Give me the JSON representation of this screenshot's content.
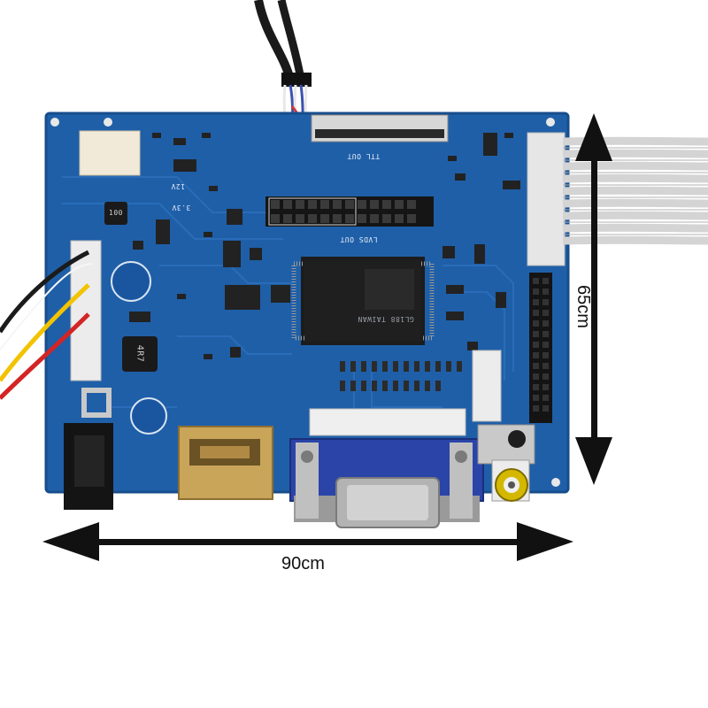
{
  "dimensions": {
    "width_label": "90cm",
    "height_label": "65cm"
  },
  "board": {
    "silkscreen": {
      "ttl_out": "TTL OUT",
      "lvds_out": "LVDS OUT",
      "chip_marking": "GL188 TAIWAN",
      "inductor_top": "100",
      "inductor_mid": "4R7",
      "voltage_12v": "12V",
      "voltage_33v": "3.3V"
    },
    "colors": {
      "pcb": "#1f5fa8",
      "pcb_dark": "#184f8f",
      "vga_blue": "#2a44a8",
      "hdmi_gold": "#c9a55a",
      "cable_gray": "#e3e3e3",
      "arrow": "#111111"
    }
  }
}
